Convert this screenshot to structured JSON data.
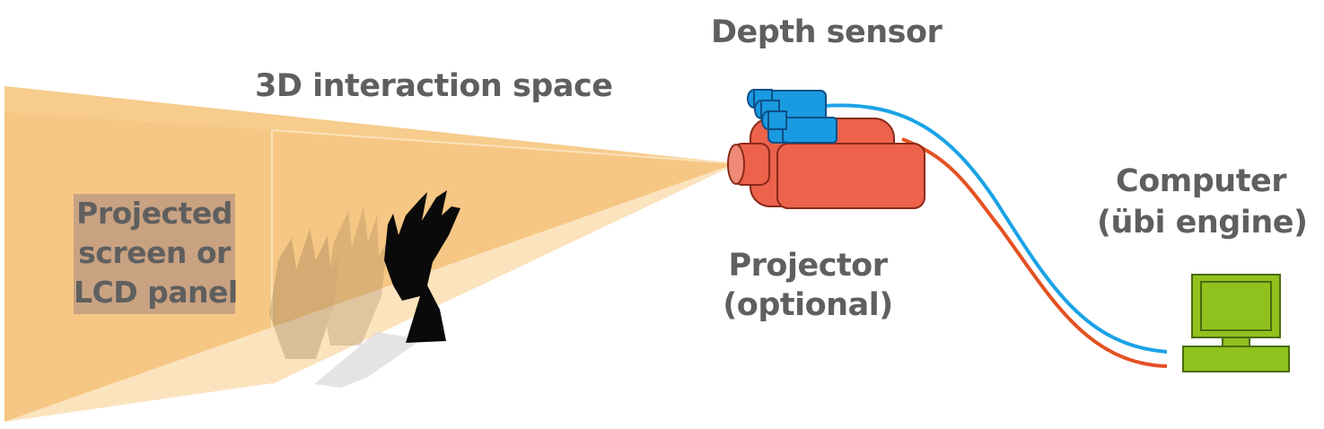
{
  "labels": {
    "interaction_space": "3D interaction space",
    "depth_sensor": "Depth sensor",
    "screen_line1": "Projected",
    "screen_line2": "screen or",
    "screen_line3": "LCD panel",
    "projector_line1": "Projector",
    "projector_line2": "(optional)",
    "computer_line1": "Computer",
    "computer_line2": "(übi engine)"
  },
  "colors": {
    "label_text": "#5f5f5f",
    "frustum": "#f6c784",
    "frustum_light": "#f9d7a4",
    "projector_body": "#ec624b",
    "projector_outline": "#8a2a1b",
    "sensor_body": "#1a9ae0",
    "sensor_outline": "#0e4f86",
    "cable_blue": "#1aa3e6",
    "cable_red": "#e45122",
    "computer_body": "#8fc21d",
    "computer_outline": "#4a6b0d",
    "hand": "#0a0a0a",
    "shadow": "#9a7a55"
  },
  "icons": [
    "hand-silhouette-icon",
    "projector-icon",
    "depth-sensor-icon",
    "computer-icon"
  ]
}
